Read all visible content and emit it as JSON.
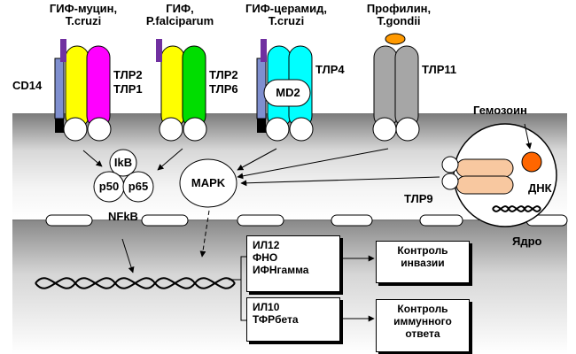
{
  "receptors": [
    {
      "top": "ГИФ-муцин,",
      "bottom": "T.cruzi",
      "labels": [
        "ТЛР2",
        "ТЛР1"
      ]
    },
    {
      "top": "ГИФ,",
      "bottom": "P.falciparum",
      "labels": [
        "ТЛР2",
        "ТЛР6"
      ]
    },
    {
      "top": "ГИФ-церамид,",
      "bottom": "T.cruzi",
      "labels": [
        "ТЛР4"
      ]
    },
    {
      "top": "Профилин,",
      "bottom": "T.gondii",
      "labels": [
        "ТЛР11"
      ]
    }
  ],
  "cd14": "CD14",
  "md2": "MD2",
  "nfkb_complex": {
    "ikb": "IkB",
    "p50": "p50",
    "p65": "p65",
    "nfkb": "NFkB"
  },
  "mapk": "MAPK",
  "hemozoin": "Гемозоин",
  "tlr9": "ТЛР9",
  "dna": "ДНК",
  "nucleus": "Ядро",
  "cytokines_pro": [
    "ИЛ12",
    "ФНО",
    "ИФНгамма"
  ],
  "cytokines_anti": [
    "ИЛ10",
    "ТФРбета"
  ],
  "outcome_invasion": [
    "Контроль",
    "инвазии"
  ],
  "outcome_immune": [
    "Контроль",
    "иммунного",
    "ответа"
  ],
  "colors": {
    "tlr1": "#ff00ff",
    "tlr2": "#ffff00",
    "tlr6": "#00dd00",
    "tlr4": "#00ffff",
    "tlr11": "#a6a6a6",
    "cd14": "#7f8fcf",
    "ligand": "#7030a0",
    "profilin": "#ff9900",
    "tlr9": "#f8c8a0",
    "hemozoin": "#ff6600",
    "membrane": "#a0a0a0"
  }
}
